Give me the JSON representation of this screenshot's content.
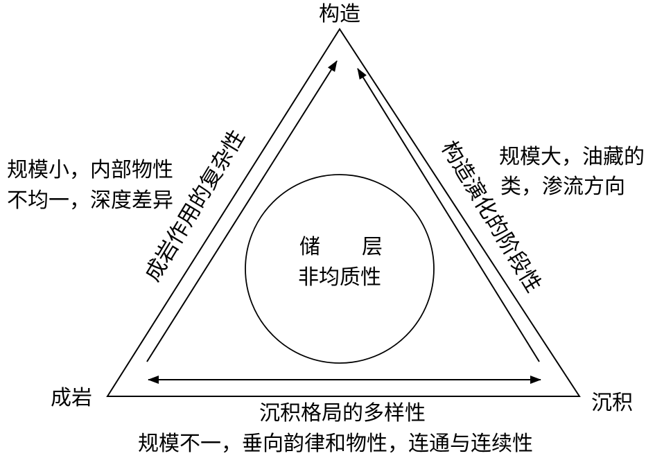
{
  "corners": {
    "top": "构造",
    "left": "成岩",
    "right": "沉积"
  },
  "center": {
    "line1": "储　　层",
    "line2": "非均质性"
  },
  "edges": {
    "left": "成岩作用的复杂性",
    "right": "构造演化的阶段性",
    "bottom": "沉积格局的多样性"
  },
  "notes": {
    "left": [
      "规模小，内部物性",
      "不均一，深度差异"
    ],
    "right": [
      "规模大，油藏的",
      "类，渗流方向"
    ],
    "bottom": "规模不一，垂向韵律和物性，连通与连续性"
  }
}
